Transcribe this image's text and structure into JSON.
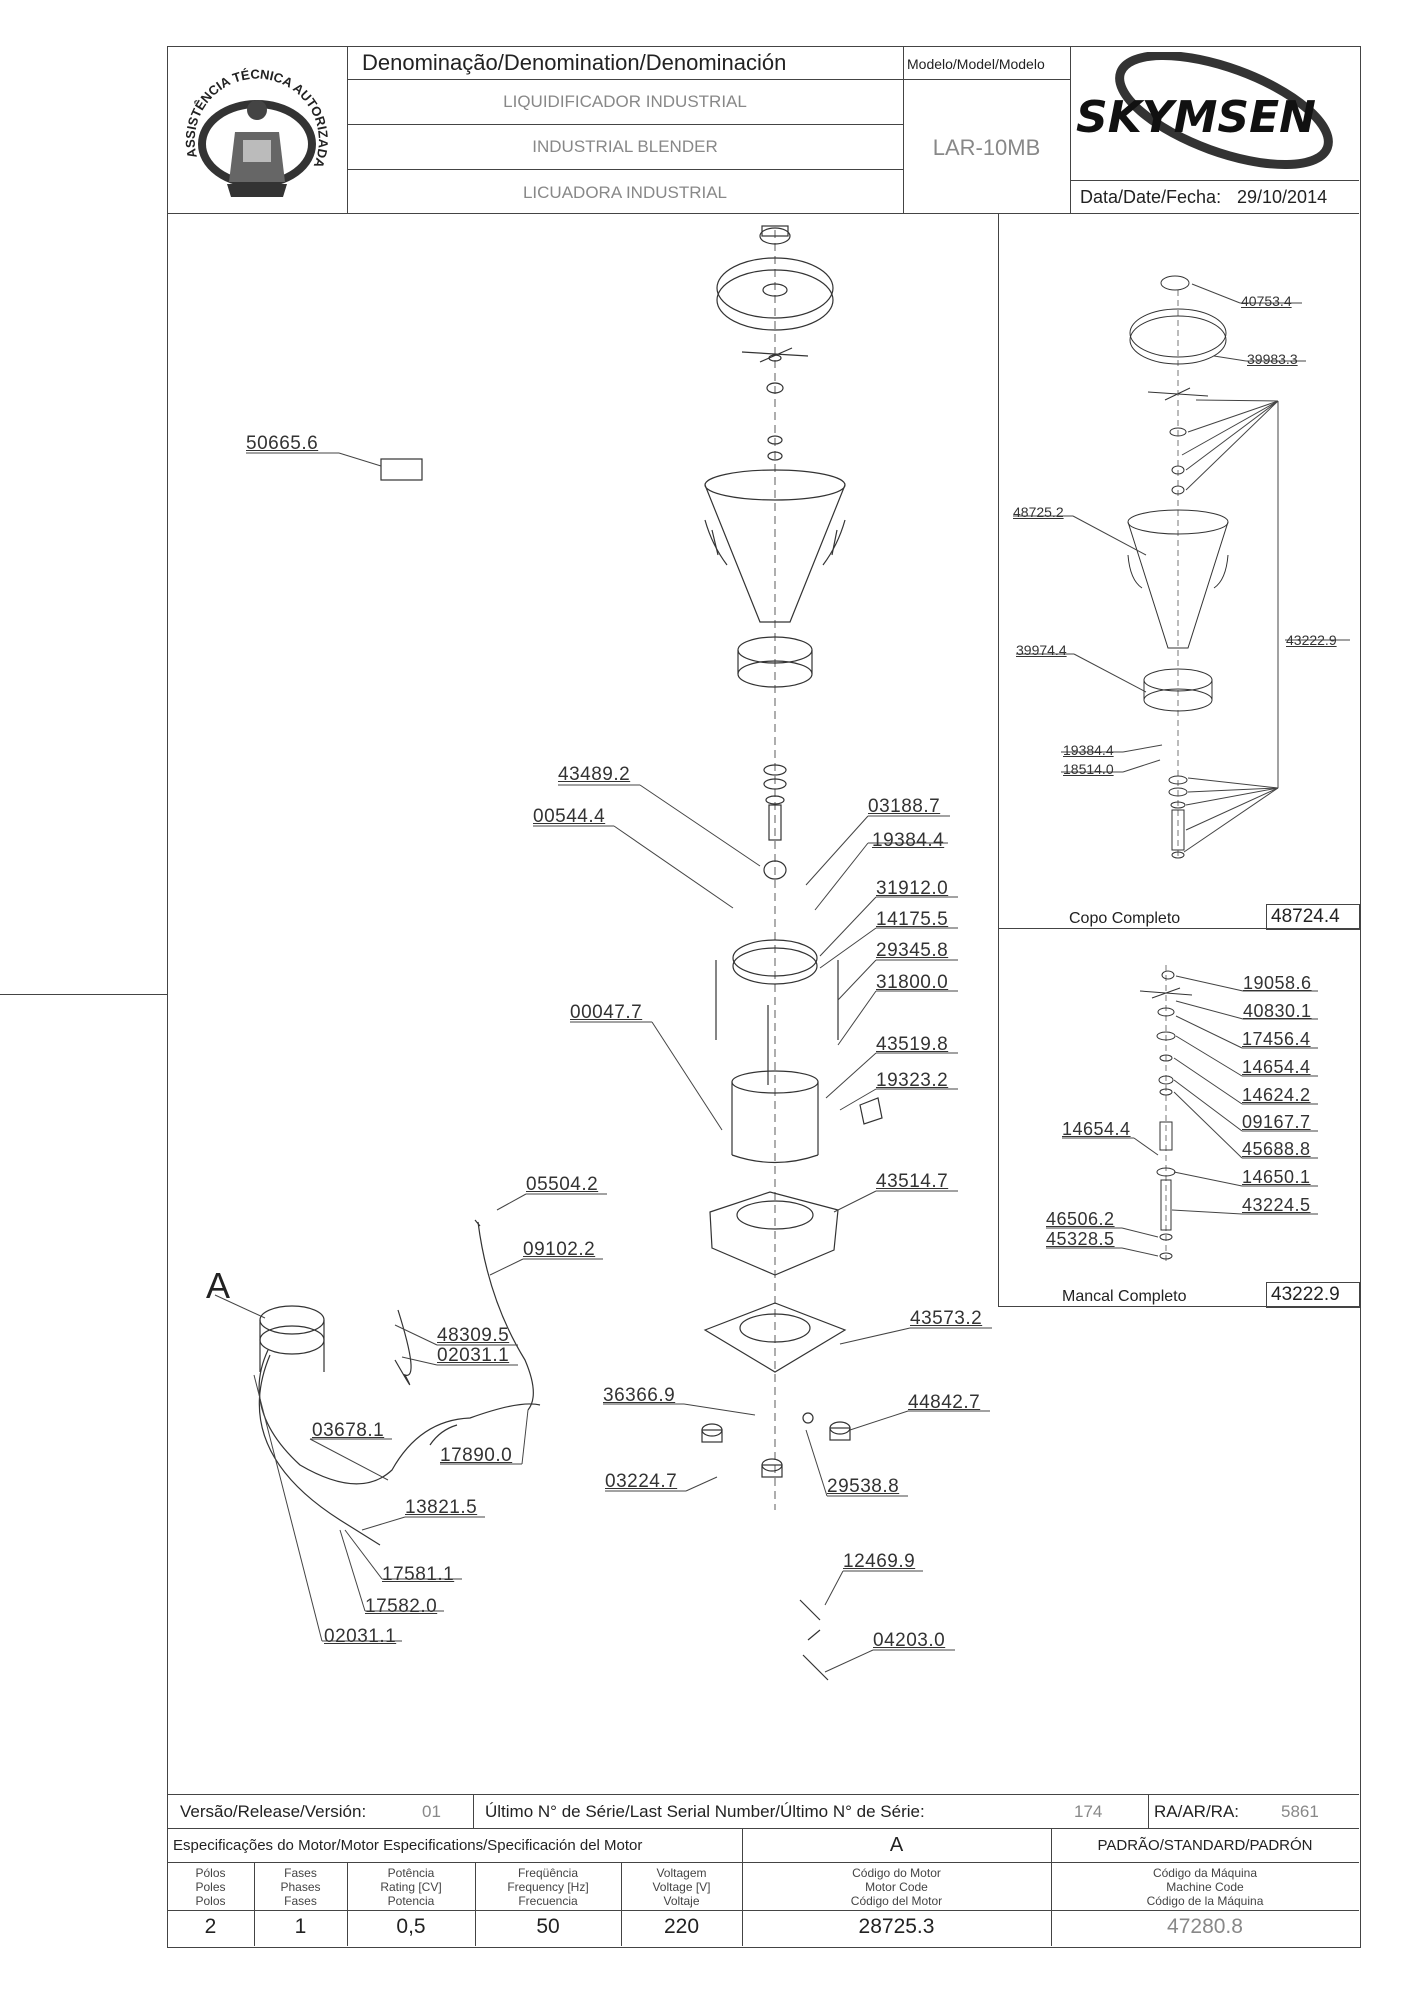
{
  "header": {
    "denomination_title": "Denominação/Denomination/Denominación",
    "name_pt": "LIQUIDIFICADOR INDUSTRIAL",
    "name_en": "INDUSTRIAL BLENDER",
    "name_es": "LICUADORA INDUSTRIAL",
    "model_title": "Modelo/Model/Modelo",
    "model": "LAR-10MB",
    "brand": "SKYMSEN",
    "date_label": "Data/Date/Fecha:",
    "date": "29/10/2014",
    "seal_text": "ASSISTÊNCIA TÉCNICA AUTORIZADA"
  },
  "main_labels": [
    "50665.6",
    "43489.2",
    "00544.4",
    "03188.7",
    "19384.4",
    "31912.0",
    "14175.5",
    "29345.8",
    "31800.0",
    "00047.7",
    "43519.8",
    "19323.2",
    "05504.2",
    "09102.2",
    "43514.7",
    "48309.5",
    "02031.1",
    "43573.2",
    "36366.9",
    "44842.7",
    "03678.1",
    "17890.0",
    "03224.7",
    "29538.8",
    "13821.5",
    "17581.1",
    "17582.0",
    "02031.1",
    "12469.9",
    "04203.0"
  ],
  "motor_marker": "A",
  "copo": {
    "labels": [
      "40753.4",
      "39983.3",
      "48725.2",
      "43222.9",
      "39974.4",
      "19384.4",
      "18514.0"
    ],
    "title": "Copo Completo",
    "code": "48724.4"
  },
  "mancal": {
    "labels": [
      "19058.6",
      "40830.1",
      "17456.4",
      "14654.4",
      "14624.2",
      "14654.4",
      "09167.7",
      "45688.8",
      "14650.1",
      "43224.5",
      "46506.2",
      "45328.5"
    ],
    "title": "Mancal Completo",
    "code": "43222.9"
  },
  "footer": {
    "version_label": "Versão/Release/Versión:",
    "version": "01",
    "serial_label": "Último N° de Série/Last Serial Number/Último N° de Série:",
    "serial": "174",
    "ra_label": "RA/AR/RA:",
    "ra": "5861",
    "motor_spec_title": "Especificações do Motor/Motor Especifications/Specificación del Motor",
    "motor_id": "A",
    "standard_title": "PADRÃO/STANDARD/PADRÓN",
    "columns": [
      {
        "header": "Pólos\nPoles\nPolos",
        "value": "2"
      },
      {
        "header": "Fases\nPhases\nFases",
        "value": "1"
      },
      {
        "header": "Potência\nRating [CV]\nPotencia",
        "value": "0,5"
      },
      {
        "header": "Freqüência\nFrequency [Hz]\nFrecuencia",
        "value": "50"
      },
      {
        "header": "Voltagem\nVoltage [V]\nVoltaje",
        "value": "220"
      },
      {
        "header": "Código do Motor\nMotor Code\nCódigo del Motor",
        "value": "28725.3"
      },
      {
        "header": "Código da Máquina\nMachine Code\nCódigo de la Máquina",
        "value": "47280.8"
      }
    ]
  },
  "colors": {
    "line": "#444444",
    "text": "#222222",
    "muted": "#888888"
  }
}
